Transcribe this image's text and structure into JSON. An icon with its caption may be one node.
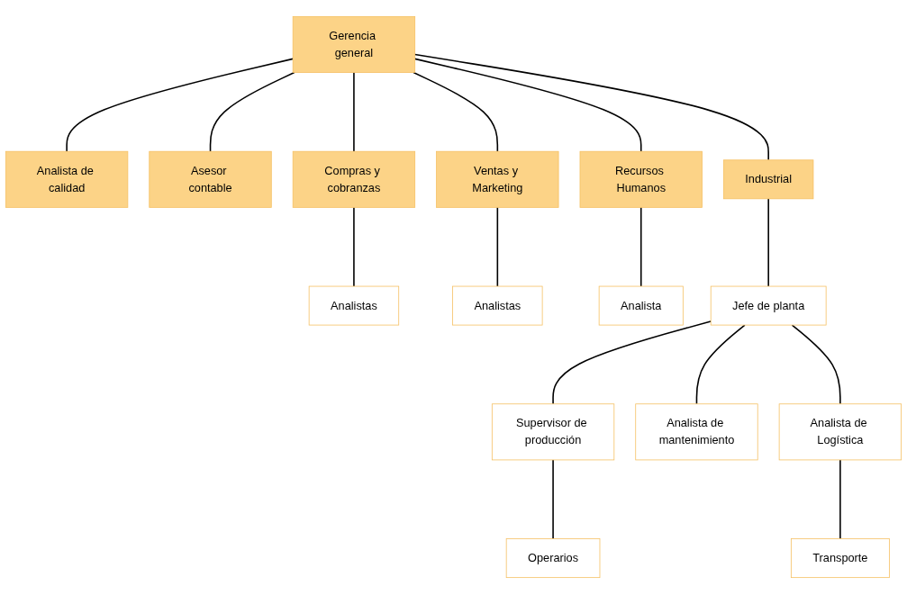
{
  "diagram": {
    "nodes": [
      {
        "text": [
          "Gerencia general"
        ]
      },
      {
        "text": [
          "Analista de calidad"
        ]
      },
      {
        "text": [
          "Asesor contable"
        ]
      },
      {
        "text": [
          "Compras y cobranzas"
        ]
      },
      {
        "text": [
          "Ventas y Marketing"
        ]
      },
      {
        "text": [
          "Recursos Humanos"
        ]
      },
      {
        "text": [
          "Industrial"
        ]
      },
      {
        "text": [
          "Analistas"
        ]
      },
      {
        "text": [
          "Analistas"
        ]
      },
      {
        "text": [
          "Analista"
        ]
      },
      {
        "text": [
          "Jefe de planta"
        ]
      },
      {
        "text": [
          "Supervisor de producción"
        ]
      },
      {
        "text": [
          "Operarios"
        ]
      },
      {
        "text": [
          "Analista de mantenimiento"
        ]
      },
      {
        "text": [
          "Analista de Logística"
        ]
      },
      {
        "text": [
          "Transporte"
        ]
      }
    ],
    "edges": [
      {
        "from": 0,
        "to": 1,
        "arrow": "none"
      },
      {
        "from": 0,
        "to": 2,
        "arrow": "none"
      },
      {
        "from": 0,
        "to": 3,
        "arrow": "none"
      },
      {
        "from": 0,
        "to": 4,
        "arrow": "none"
      },
      {
        "from": 0,
        "to": 5,
        "arrow": "none"
      },
      {
        "from": 0,
        "to": 6,
        "arrow": "none"
      },
      {
        "from": 3,
        "to": 7,
        "arrow": "none"
      },
      {
        "from": 4,
        "to": 8,
        "arrow": "none"
      },
      {
        "from": 5,
        "to": 9,
        "arrow": "none"
      },
      {
        "from": 6,
        "to": 10,
        "arrow": "none"
      },
      {
        "from": 10,
        "to": 11,
        "arrow": "none"
      },
      {
        "from": 11,
        "to": 12,
        "arrow": "none"
      },
      {
        "from": 10,
        "to": 13,
        "arrow": "none"
      },
      {
        "from": 10,
        "to": 14,
        "arrow": "none"
      },
      {
        "from": 14,
        "to": 15,
        "arrow": "none"
      }
    ]
  }
}
